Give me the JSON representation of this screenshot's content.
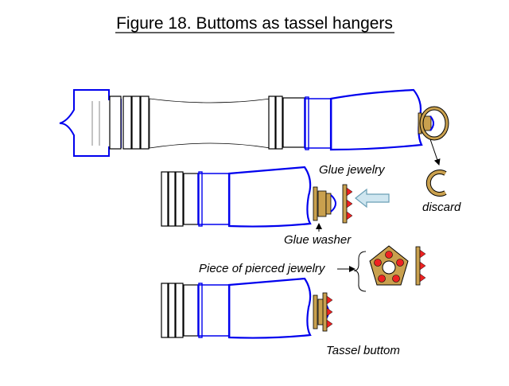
{
  "title": "Figure 18. Buttoms as tassel hangers",
  "labels": {
    "glue_jewelry": "Glue jewelry",
    "discard": "discard",
    "glue_washer": "Glue washer",
    "pierced_jewelry": "Piece of pierced  jewelry",
    "tassel_buttom": "Tassel buttom"
  },
  "colors": {
    "outline_blue": "#0000ee",
    "gold": "#c9a04e",
    "bead_red": "#ee2222",
    "arrow_fill": "#cfe6f0",
    "arrow_stroke": "#6a9fb5"
  }
}
